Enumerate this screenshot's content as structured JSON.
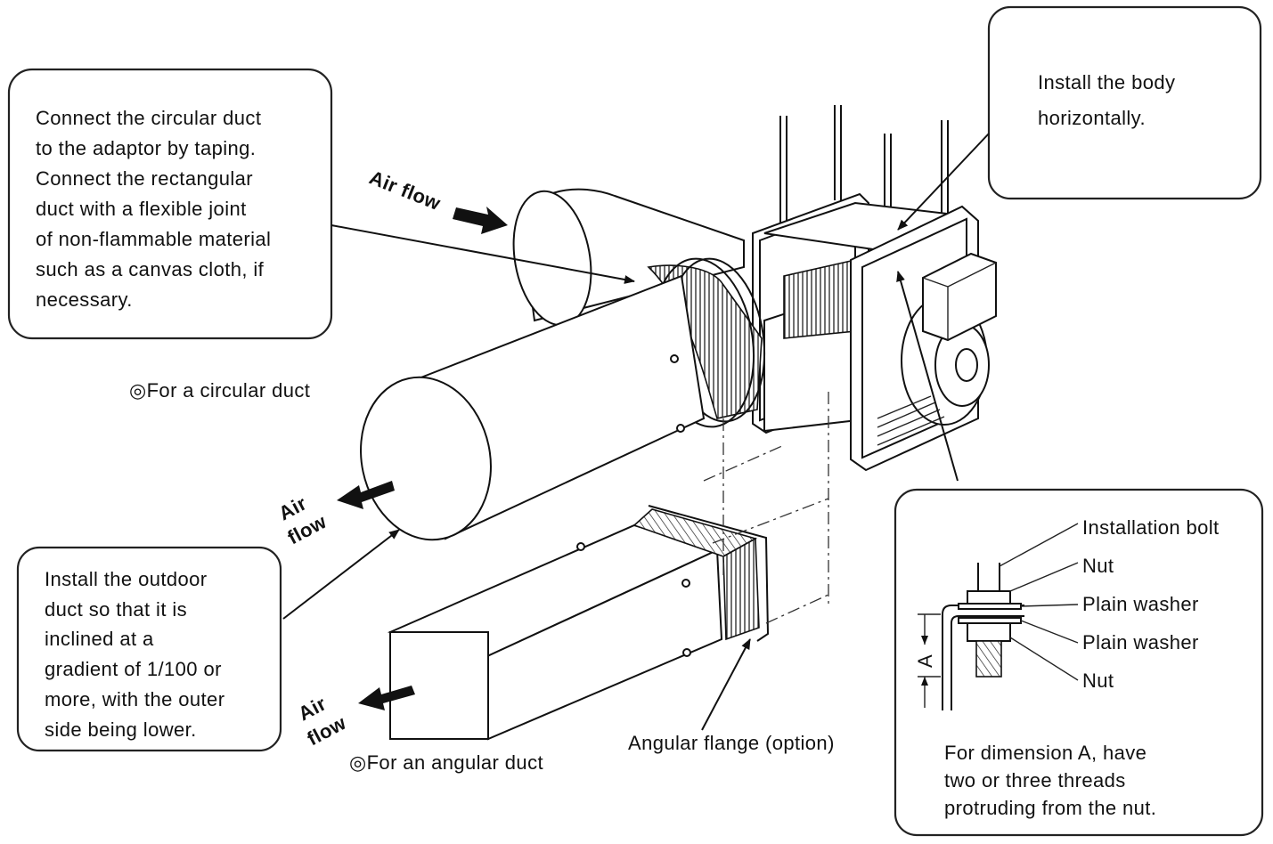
{
  "callouts": {
    "connect_duct": [
      "Connect the circular duct",
      "to the adaptor by taping.",
      "Connect the rectangular",
      "duct with a flexible joint",
      "of non-flammable material",
      "such as a canvas cloth, if",
      "necessary."
    ],
    "install_body": [
      "Install the body",
      "horizontally."
    ],
    "outdoor_duct": [
      "Install the outdoor",
      "duct so that it is",
      "inclined at a",
      "gradient of 1/100 or",
      "more, with the outer",
      "side being lower."
    ]
  },
  "labels": {
    "air_flow_top": "Air flow",
    "air_flow_left_1": "Air",
    "air_flow_left_2": "flow",
    "air_flow_bottom_1": "Air",
    "air_flow_bottom_2": "flow",
    "circular_duct": "◎For a circular duct",
    "angular_duct": "◎For an angular duct",
    "angular_flange": "Angular flange (option)"
  },
  "detail": {
    "installation_bolt": "Installation bolt",
    "nut_top": "Nut",
    "plain_washer_1": "Plain washer",
    "plain_washer_2": "Plain washer",
    "nut_bottom": "Nut",
    "dimension_letter": "A",
    "note": [
      "For dimension A, have",
      "two or three threads",
      "protruding from the nut."
    ]
  }
}
